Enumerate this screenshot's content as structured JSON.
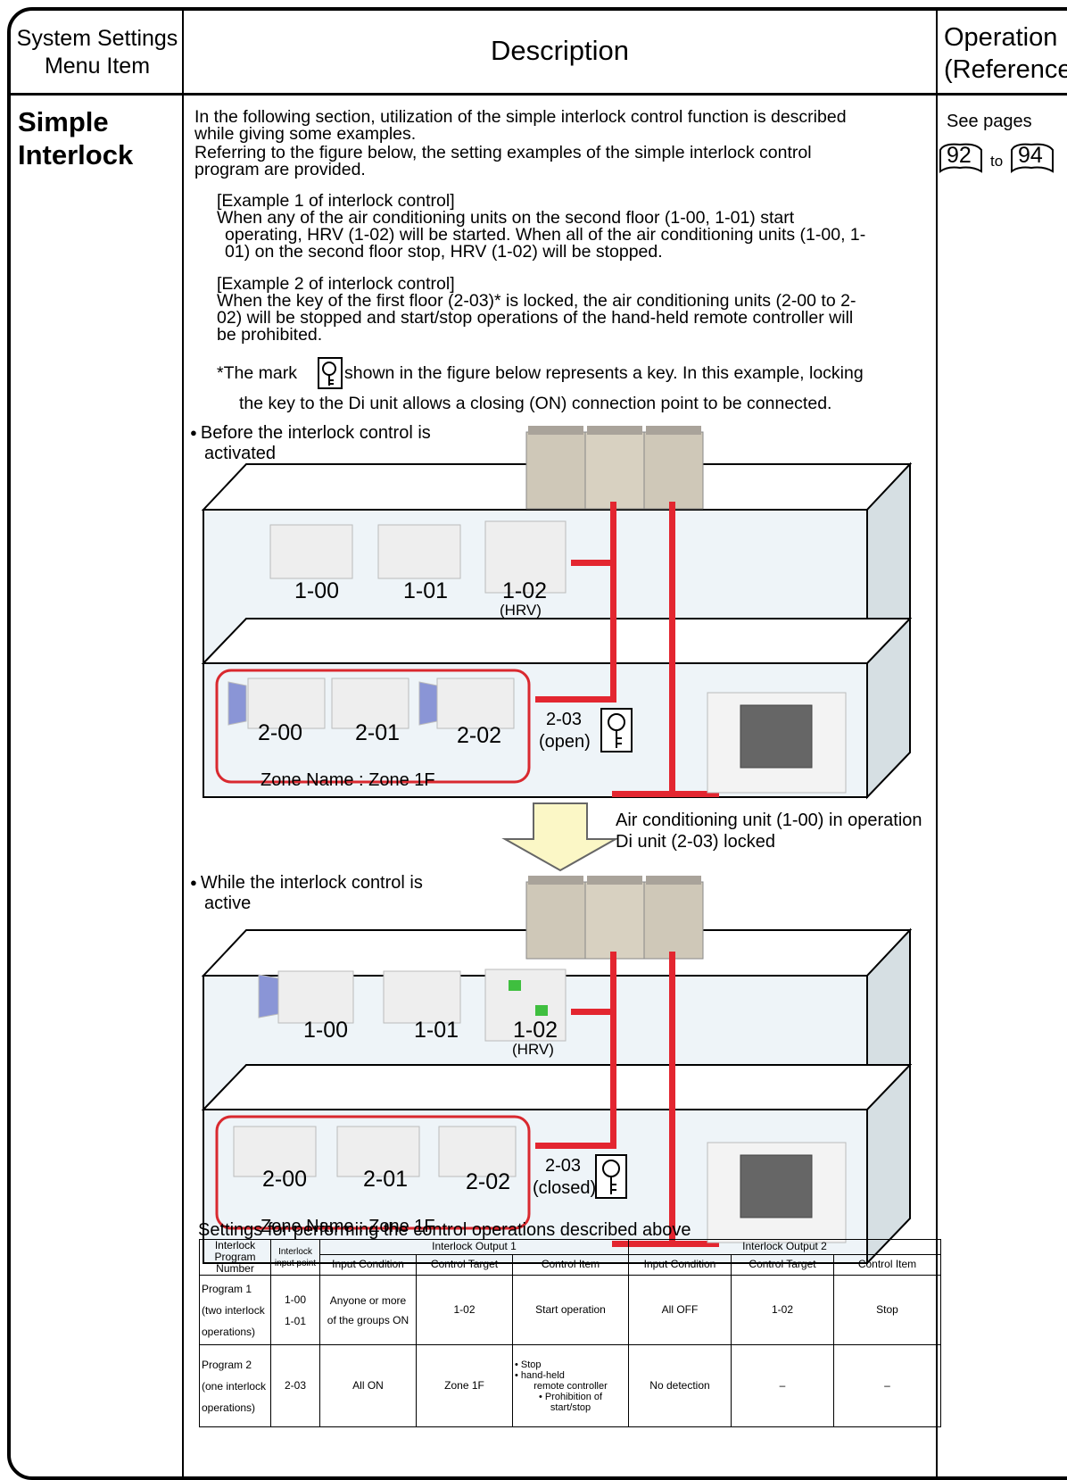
{
  "header": {
    "col1_line1": "System Settings",
    "col1_line2": "Menu Item",
    "col2": "Description",
    "col3_line1": "Operation",
    "col3_line2": "(Reference)"
  },
  "menu_item": {
    "line1": "Simple",
    "line2": "Interlock"
  },
  "reference": {
    "see": "See pages",
    "from": "92",
    "to_word": "to",
    "to": "94"
  },
  "intro": [
    "In the following section, utilization of the simple interlock control function is described",
    "while giving some examples.",
    "Referring to the figure below, the setting examples of the simple interlock control",
    "program are provided."
  ],
  "example1": [
    "[Example 1 of interlock control]",
    "When any of the air conditioning units on the second floor (1-00, 1-01) start",
    "operating, HRV (1-02) will be started. When all of the air conditioning units (1-00, 1-",
    "01) on the second floor stop, HRV (1-02) will be stopped."
  ],
  "example2": [
    "[Example 2 of interlock control]",
    "When the key of the first floor (2-03)* is locked, the air conditioning units  (2-00 to 2-",
    "02) will be stopped and start/stop operations of the hand-held remote controller will",
    "be prohibited."
  ],
  "keynote": {
    "prefix": "*The mark",
    "suffix": "shown in the figure below represents a key. In this example, locking",
    "line2": "the key to the Di unit allows a closing (ON) connection point to be connected."
  },
  "before": {
    "line1": "Before the interlock control is",
    "line2": "activated",
    "units_2f": [
      "1-00",
      "1-01",
      "1-02"
    ],
    "hrv": "(HRV)",
    "units_1f": [
      "2-00",
      "2-01",
      "2-02"
    ],
    "di_id": "2-03",
    "di_state": "(open)",
    "zone": "Zone Name : Zone 1F"
  },
  "transition": {
    "line1": "Air conditioning unit (1-00) in operation",
    "line2": "Di unit (2-03) locked"
  },
  "after": {
    "line1": "While the interlock control is",
    "line2": "active",
    "units_2f": [
      "1-00",
      "1-01",
      "1-02"
    ],
    "hrv": "(HRV)",
    "units_1f": [
      "2-00",
      "2-01",
      "2-02"
    ],
    "di_id": "2-03",
    "di_state": "(closed)",
    "zone": "Zone Name : Zone 1F"
  },
  "settings": {
    "title": "Settings for performing the control operations described above",
    "h_program": [
      "Interlock",
      "Program",
      "Number"
    ],
    "h_input": [
      "Interlock",
      "input point"
    ],
    "h_out1": "Interlock Output 1",
    "h_out2": "Interlock Output 2",
    "h_cond": "Input Condition",
    "h_target": "Control Target",
    "h_item": "Control Item",
    "p1_name": [
      "Program 1",
      "(two interlock",
      "operations)"
    ],
    "p1_input": [
      "1-00",
      "1-01"
    ],
    "p1_o1_cond": [
      "Anyone or more",
      "of the groups ON"
    ],
    "p1_o1_target": "1-02",
    "p1_o1_item": "Start operation",
    "p1_o2_cond": "All OFF",
    "p1_o2_target": "1-02",
    "p1_o2_item": "Stop",
    "p2_name": [
      "Program 2",
      "(one interlock",
      "operations)"
    ],
    "p2_input": "2-03",
    "p2_o1_cond": "All ON",
    "p2_o1_target": "Zone 1F",
    "p2_o1_item": [
      "• Stop",
      "• hand-held",
      "remote controller",
      "• Prohibition of",
      "start/stop"
    ],
    "p2_o2_cond": "No detection",
    "p2_o2_target": "–",
    "p2_o2_item": "–"
  }
}
